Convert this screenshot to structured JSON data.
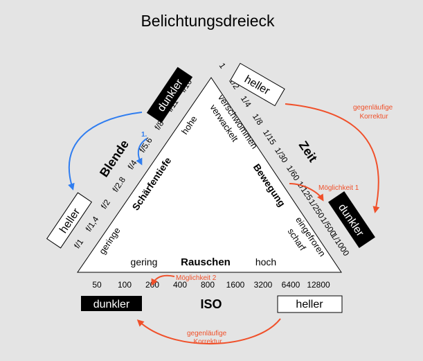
{
  "title": "Belichtungsdreieck",
  "aperture": {
    "label": "Blende",
    "values": [
      "f/1",
      "f/1,4",
      "f/2",
      "f/2.8",
      "f/4",
      "f/5.6",
      "f/8",
      "f/11",
      "f/16"
    ],
    "darker": "dunkler",
    "brighter": "heller",
    "depth_of_field": {
      "label": "Schärfentiefe",
      "low": "geringe",
      "high": "hohe"
    },
    "step_marker": "1."
  },
  "shutter": {
    "label": "Zeit",
    "values": [
      "1",
      "1/2",
      "1/4",
      "1/8",
      "1/15",
      "1/30",
      "1/60",
      "1/125",
      "1/250",
      "1/500",
      "1/1000"
    ],
    "brighter": "heller",
    "darker": "dunkler",
    "motion": {
      "label": "Bewegung",
      "blurred_1": "verschwommen",
      "blurred_2": "verwackelt",
      "frozen_1": "eingefroren",
      "frozen_2": "scharf"
    },
    "counter_correction": "gegenläufige\nKorrektur",
    "option": "Möglichkeit 1"
  },
  "iso": {
    "label": "ISO",
    "values": [
      "50",
      "100",
      "200",
      "400",
      "800",
      "1600",
      "3200",
      "6400",
      "12800"
    ],
    "darker": "dunkler",
    "brighter": "heller",
    "noise": {
      "label": "Rauschen",
      "low": "gering",
      "high": "hoch"
    },
    "counter_correction": "gegenläufige\nKorrektur",
    "option": "Möglichkeit 2"
  },
  "colors": {
    "background": "#e4e4e4",
    "blue_arrow": "#2f7df0",
    "red_arrow": "#f0502a",
    "black_box": "#000000",
    "white_box": "#ffffff"
  }
}
